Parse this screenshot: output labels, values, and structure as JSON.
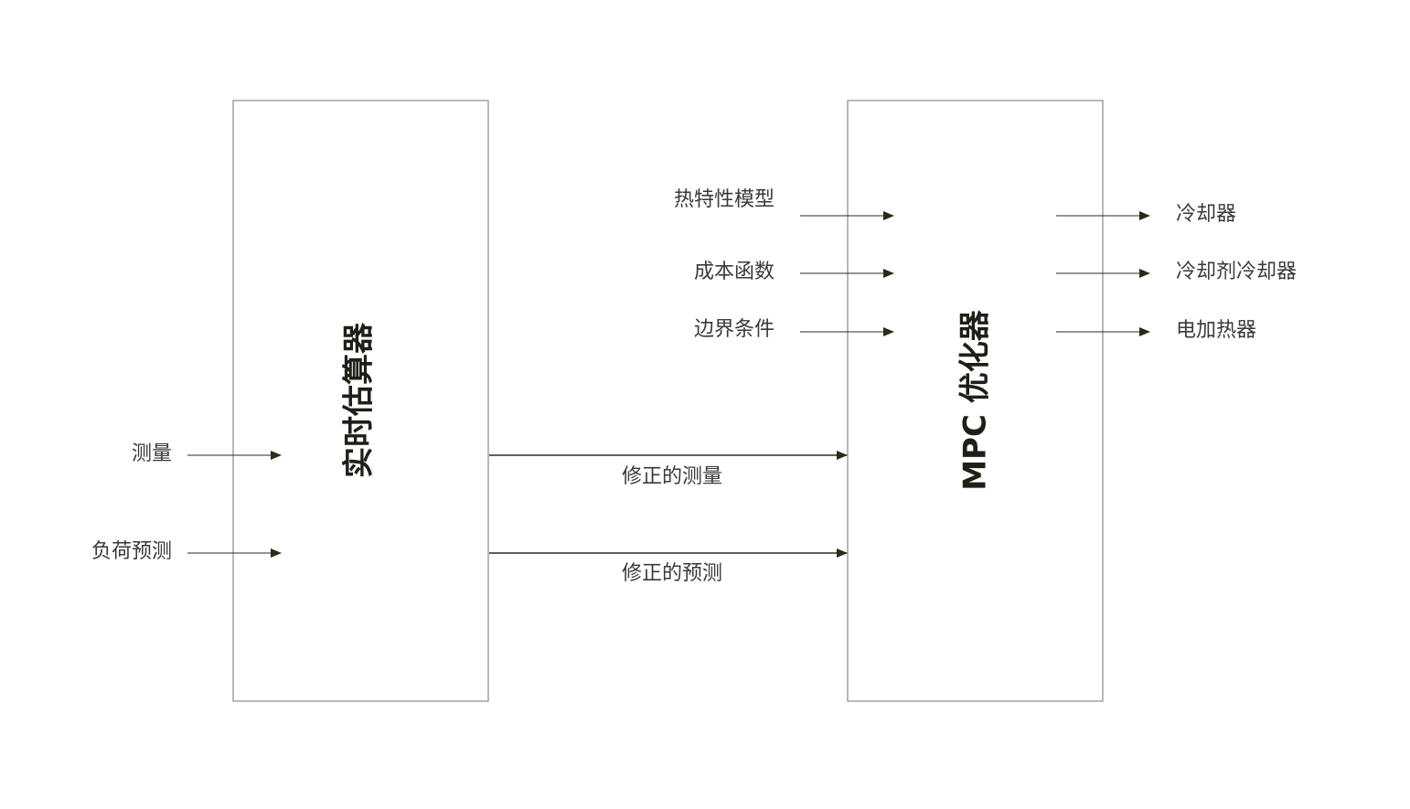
{
  "blocks": {
    "estimator": {
      "title": "实时估算器"
    },
    "optimizer": {
      "title": "MPC 优化器"
    }
  },
  "inputs_left": {
    "measurement": "测量",
    "load_forecast": "负荷预测"
  },
  "links_middle": {
    "corrected_measurement": "修正的测量",
    "corrected_forecast": "修正的预测"
  },
  "inputs_optimizer": {
    "thermal_model": "热特性模型",
    "cost_function": "成本函数",
    "boundary_conditions": "边界条件"
  },
  "outputs": {
    "chiller": "冷却器",
    "coolant_chiller": "冷却剂冷却器",
    "electric_heater": "电加热器"
  },
  "colors": {
    "arrow": "#2b2a1c",
    "block_border": "#8a8a8a",
    "text": "#3a3a3a",
    "title": "#1f1f18"
  }
}
